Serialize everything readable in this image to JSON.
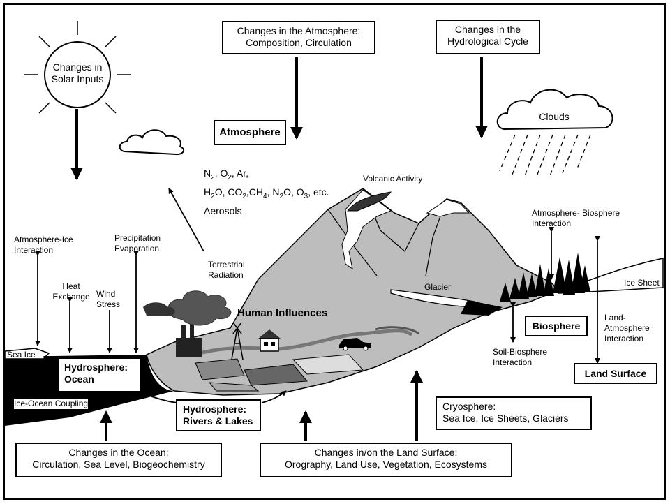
{
  "solar": {
    "line1": "Changes in",
    "line2": "Solar Inputs"
  },
  "boxes": {
    "atm_changes": {
      "line1": "Changes in the Atmosphere:",
      "line2": "Composition, Circulation"
    },
    "hydro_cycle": {
      "line1": "Changes in the",
      "line2": "Hydrological Cycle"
    },
    "atmosphere": "Atmosphere",
    "hydrosphere_ocean": {
      "line1": "Hydrosphere:",
      "line2": "Ocean"
    },
    "hydrosphere_rivers": {
      "line1": "Hydrosphere:",
      "line2": "Rivers & Lakes"
    },
    "biosphere": "Biosphere",
    "land_surface": "Land Surface",
    "cryosphere": {
      "line1": "Cryosphere:",
      "line2": "Sea Ice, Ice Sheets, Glaciers"
    },
    "ocean_changes": {
      "line1": "Changes in the Ocean:",
      "line2": "Circulation, Sea Level, Biogeochemistry"
    },
    "land_changes": {
      "line1": "Changes in/on the Land Surface:",
      "line2": "Orography, Land Use, Vegetation, Ecosystems"
    }
  },
  "gases": {
    "n": "N",
    "n_sub": "2",
    "sep1": ", ",
    "o": "O",
    "o_sub": "2",
    "ar": ", Ar,",
    "h2o": "H",
    "h2o_sub": "2",
    "h2o_end": "O, CO",
    "co2_sub": "2",
    "ch": ",CH",
    "ch4_sub": "4",
    "n2o": ", N",
    "n2o_sub": "2",
    "n2o_end": "O, O",
    "o3_sub": "3",
    "etc": ", etc.",
    "aerosols": "Aerosols"
  },
  "labels": {
    "clouds": "Clouds",
    "volcanic": "Volcanic Activity",
    "glacier": "Glacier",
    "ice_sheet": "Ice Sheet",
    "human": "Human Influences",
    "terrestrial": {
      "line1": "Terrestrial",
      "line2": "Radiation"
    },
    "atm_ice": {
      "line1": "Atmosphere-Ice",
      "line2": "Interaction"
    },
    "precip": {
      "line1": "Precipitation",
      "line2": "Evaporation"
    },
    "heat": {
      "line1": "Heat",
      "line2": "Exchange"
    },
    "wind": {
      "line1": "Wind",
      "line2": "Stress"
    },
    "sea_ice": "Sea Ice",
    "ice_ocean": "Ice-Ocean Coupling",
    "atm_bio": {
      "line1": "Atmosphere- Biosphere",
      "line2": "Interaction"
    },
    "soil_bio": {
      "line1": "Soil-Biosphere",
      "line2": "Interaction"
    },
    "land_atm": {
      "line1": "Land-",
      "line2": "Atmosphere",
      "line3": "Interaction"
    }
  }
}
